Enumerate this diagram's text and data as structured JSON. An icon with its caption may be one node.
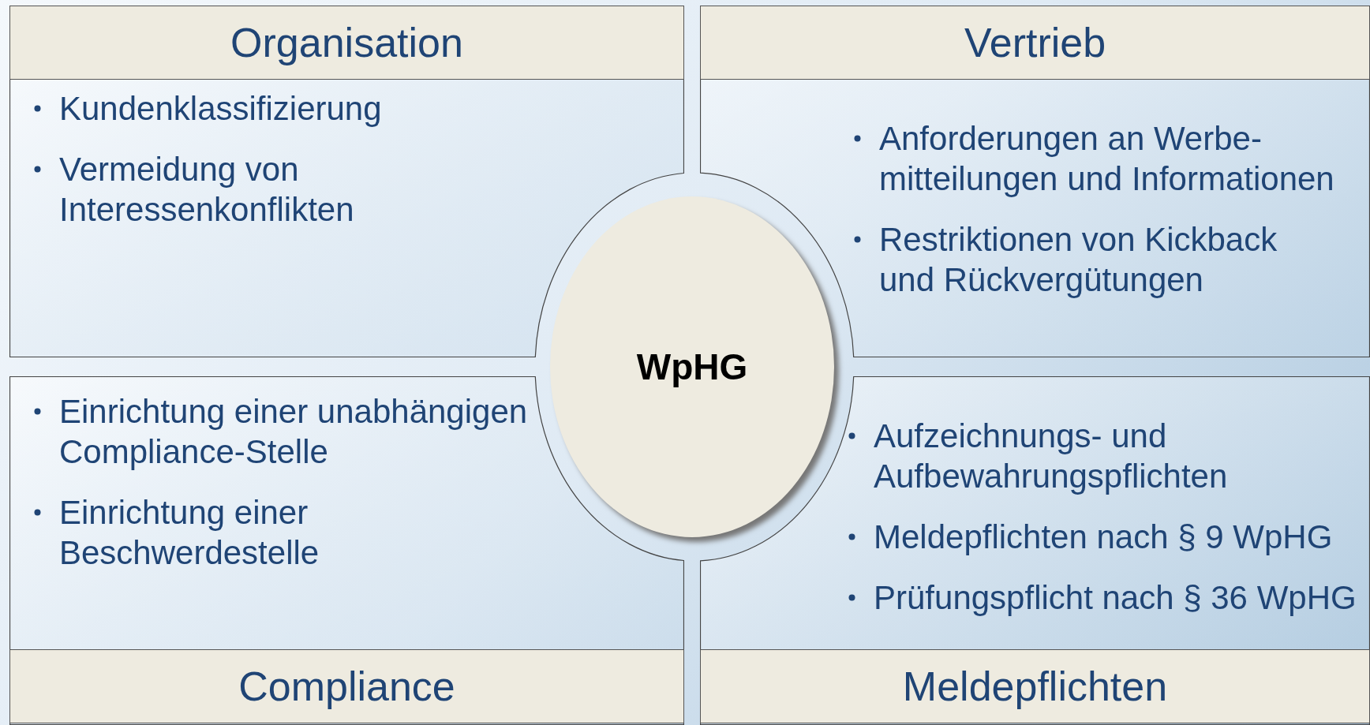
{
  "diagram": {
    "nodes": [
      {
        "text": [
          "Organisation",
          "Kundenklassifizierung",
          "Vermeidung von Interessenkonflikten"
        ]
      },
      {
        "text": [
          "Vertrieb",
          "Anforderungen an Werbe- mitteilungen und Informationen",
          "Restriktionen von Kickback und Rückvergütungen"
        ]
      },
      {
        "text": [
          "WpHG"
        ]
      },
      {
        "text": [
          "Einrichtung einer unabhängigen Compliance-Stelle",
          "Einrichtung einer Beschwerdestelle",
          "Compliance"
        ]
      },
      {
        "text": [
          "Aufzeichnungs- und Aufbewahrungspflichten",
          "Meldepflichten nach § 9 WpHG",
          "Prüfungspflicht nach § 36 WpHG",
          "Meldepflichten"
        ]
      }
    ]
  }
}
